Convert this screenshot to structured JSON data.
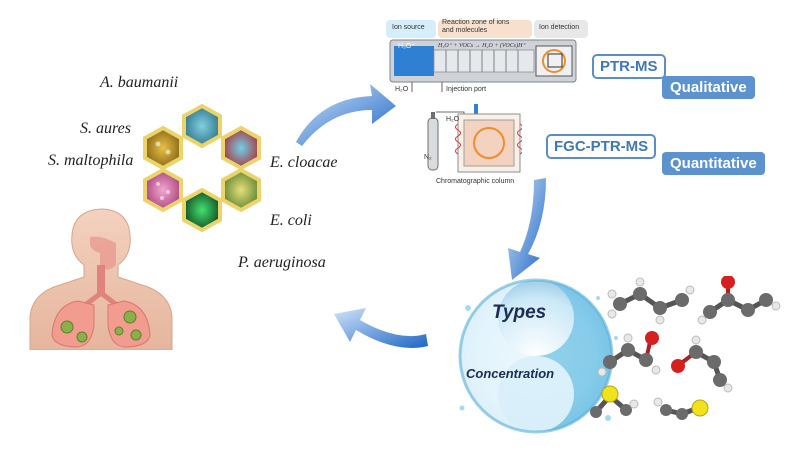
{
  "species": {
    "a_baumanii": "A. baumanii",
    "s_aures": "S. aures",
    "s_maltophila": "S. maltophila",
    "e_cloacae": "E. cloacae",
    "e_coli": "E. coli",
    "p_aeruginosa": "P. aeruginosa"
  },
  "instrument": {
    "ion_source": "Ion source",
    "reaction_zone_line1": "Reaction zone of ions",
    "reaction_zone_line2": "and molecules",
    "ion_detection": "Ion detection",
    "h2o": "H₂O",
    "reaction_eq": "H₃O⁺ + VOCs → H₂O + (VOCs)H⁺",
    "h3o_label": "H₃O⁺",
    "injection_port": "Injection port",
    "n2_label": "N₂",
    "chromatographic_column": "Chromatographic column"
  },
  "methods": {
    "ptr_ms": "PTR-MS",
    "qualitative": "Qualitative",
    "fgc_ptr_ms": "FGC-PTR-MS",
    "quantitative": "Quantitative"
  },
  "swirl": {
    "types": "Types",
    "concentration": "Concentration"
  },
  "colors": {
    "arrow_blue": "#3a7fd0",
    "badge_blue": "#5c93cf",
    "carbon_gray": "#6b6b6b",
    "hydrogen_white": "#e8e8e8",
    "oxygen_red": "#d62020",
    "sulfur_yellow": "#f2e21b",
    "hex_gold": "#e8d46a"
  }
}
